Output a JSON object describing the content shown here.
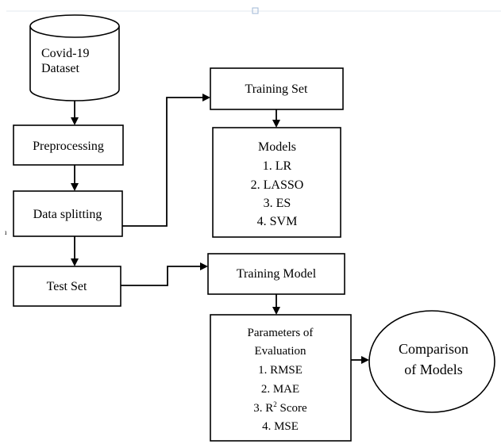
{
  "dataset": {
    "line1": "Covid-19",
    "line2": "Dataset"
  },
  "preprocessing": "Preprocessing",
  "data_splitting": "Data splitting",
  "test_set": "Test Set",
  "training_set": "Training Set",
  "models": {
    "title": "Models",
    "items": [
      "1. LR",
      "2. LASSO",
      "3. ES",
      "4. SVM"
    ]
  },
  "training_model": "Training Model",
  "evaluation": {
    "title_line1": "Parameters of",
    "title_line2": "Evaluation",
    "items": [
      "1. RMSE",
      "2. MAE",
      "3. R",
      "4. MSE"
    ],
    "r2_superscript": "2",
    "r2_suffix": " Score"
  },
  "comparison": {
    "line1": "Comparison",
    "line2": "of Models"
  }
}
